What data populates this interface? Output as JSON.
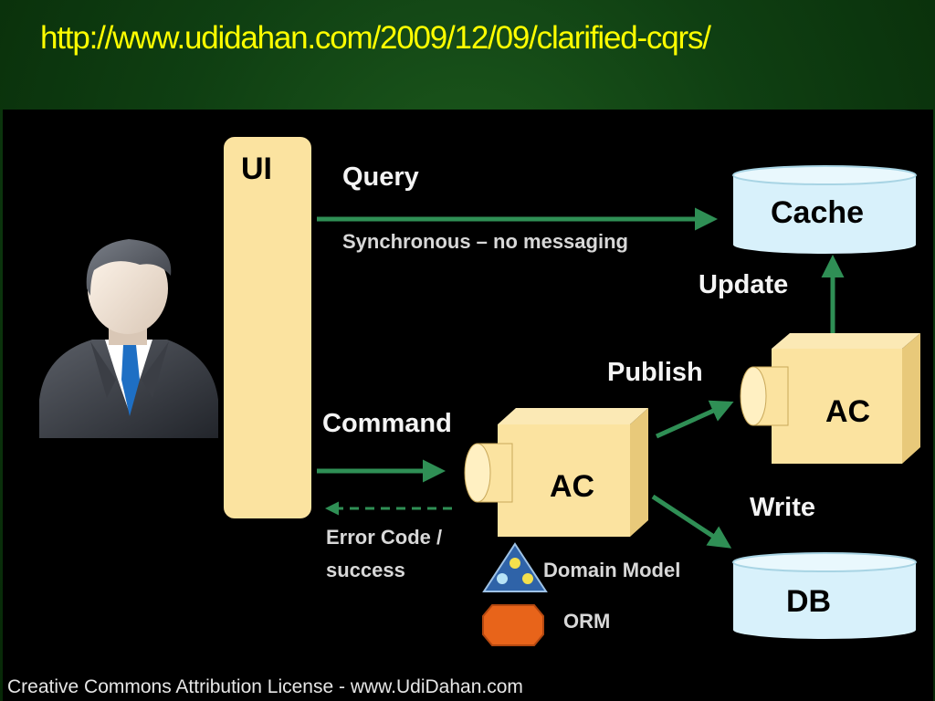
{
  "slide": {
    "title": "http://www.udidahan.com/2009/12/09/clarified-cqrs/"
  },
  "diagram": {
    "ui_label": "UI",
    "query_label": "Query",
    "query_note": "Synchronous – no messaging",
    "cache_label": "Cache",
    "update_label": "Update",
    "publish_label": "Publish",
    "command_label": "Command",
    "ac_command_label": "AC",
    "ac_query_label": "AC",
    "error_note_line1": "Error Code /",
    "error_note_line2": "success",
    "write_label": "Write",
    "db_label": "DB",
    "domain_model_label": "Domain Model",
    "orm_label": "ORM",
    "footer": "Creative Commons Attribution License - www.UdiDahan.com"
  },
  "colors": {
    "title": "#ffff00",
    "arrow": "#2f8f55",
    "box_fill": "#fbe3a0",
    "store_fill": "#d8f1fb",
    "orm": "#e8641a",
    "domain_model": "#2f63a8"
  },
  "icons": {
    "user": "businessman-icon",
    "domain_model": "triangle-icon",
    "orm": "octagon-icon"
  }
}
